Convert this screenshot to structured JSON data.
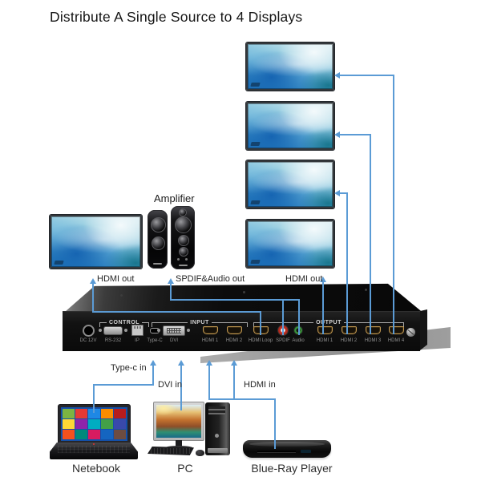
{
  "title": "Distribute A Single Source to 4 Displays",
  "colors": {
    "line": "#5b9bd5",
    "title_text": "#151515"
  },
  "labels": {
    "amplifier": "Amplifier",
    "hdmi_out_left": "HDMI out",
    "spdif_audio_out": "SPDIF&Audio out",
    "hdmi_out_right": "HDMI out",
    "type_c_in": "Type-c in",
    "dvi_in": "DVI in",
    "hdmi_in": "HDMI in"
  },
  "device": {
    "sections": [
      {
        "label": "CONTROL"
      },
      {
        "label": "INPUT"
      },
      {
        "label": "OUTPUT"
      }
    ],
    "ports": [
      {
        "label": "DC 12V",
        "type": "dc-power-jack"
      },
      {
        "label": "RS-232",
        "type": "db9-serial"
      },
      {
        "label": "IP",
        "type": "rj45-ethernet"
      },
      {
        "label": "Type-C",
        "type": "usb-c"
      },
      {
        "label": "DVI",
        "type": "dvi"
      },
      {
        "label": "HDMI 1",
        "type": "hdmi-input"
      },
      {
        "label": "HDMI 2",
        "type": "hdmi-input"
      },
      {
        "label": "HDMI Loop",
        "type": "hdmi-loop-out"
      },
      {
        "label": "SPDIF",
        "type": "rca-coax-out"
      },
      {
        "label": "Audio",
        "type": "audio-jack-out"
      },
      {
        "label": "HDMI 1",
        "type": "hdmi-output"
      },
      {
        "label": "HDMI 2",
        "type": "hdmi-output"
      },
      {
        "label": "HDMI 3",
        "type": "hdmi-output"
      },
      {
        "label": "HDMI 4",
        "type": "hdmi-output"
      }
    ]
  },
  "sources": {
    "notebook_label": "Netebook",
    "pc_label": "PC",
    "bluray_label": "Blue-Ray Player"
  }
}
